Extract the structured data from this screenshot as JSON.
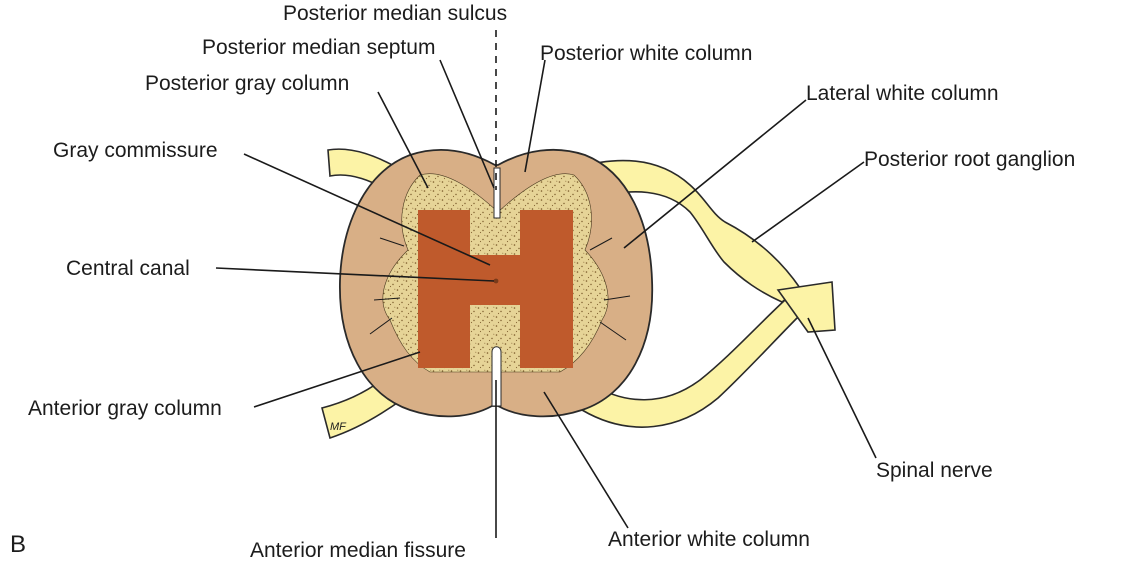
{
  "panel_letter": "B",
  "artist_mark": "MF",
  "labels": {
    "posterior_median_sulcus": "Posterior median sulcus",
    "posterior_median_septum": "Posterior median septum",
    "posterior_white_column": "Posterior white column",
    "posterior_gray_column": "Posterior gray column",
    "lateral_white_column": "Lateral white column",
    "gray_commissure": "Gray commissure",
    "posterior_root_ganglion": "Posterior root ganglion",
    "central_canal": "Central canal",
    "anterior_gray_column": "Anterior gray column",
    "spinal_nerve": "Spinal nerve",
    "anterior_median_fissure": "Anterior median fissure",
    "anterior_white_column": "Anterior white column"
  },
  "colors": {
    "white_matter": "#d8af86",
    "gray_matter_speckle": "#e3cf92",
    "gray_matter_highlight": "#bf5a2c",
    "nerve_root": "#fcf3a6",
    "outline": "#2a2a2a"
  }
}
